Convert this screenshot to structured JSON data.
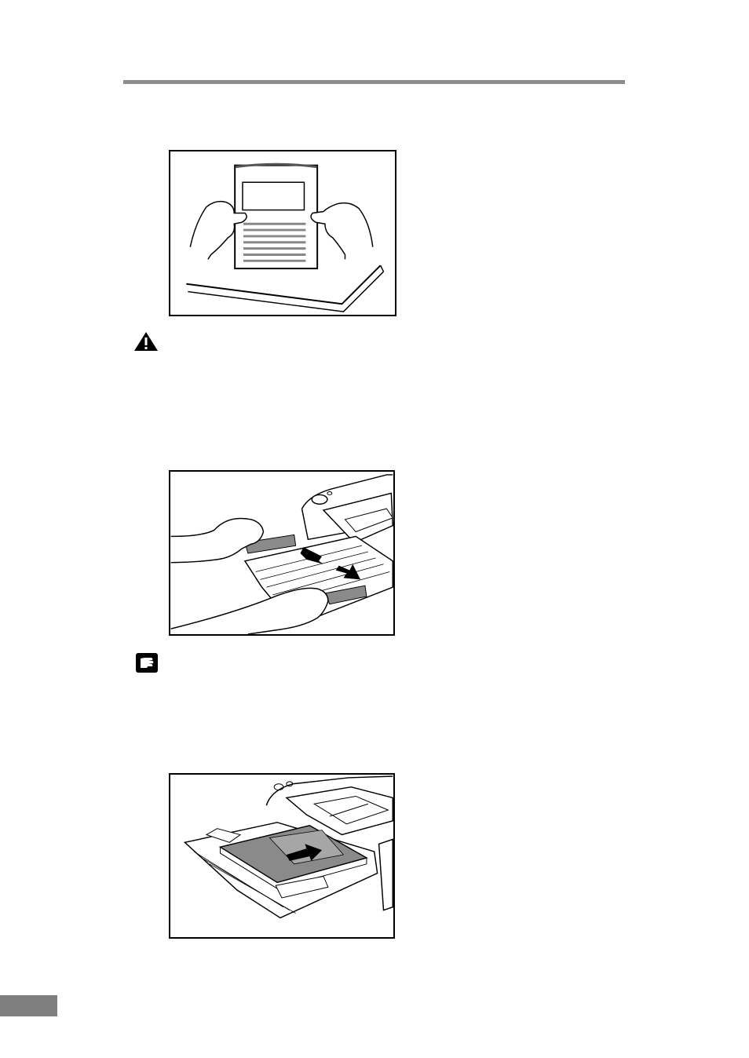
{
  "header": {
    "rule_color": "#8c8c8c"
  },
  "figures": [
    {
      "id": "fanning-document-stack",
      "description_icon": "hands-holding-documents"
    },
    {
      "id": "adjusting-document-guides",
      "description_icon": "hands-sliding-guides"
    },
    {
      "id": "loading-documents-into-feeder",
      "description_icon": "feed-arrow"
    }
  ],
  "icons": {
    "caution": "warning-triangle-icon",
    "note": "hand-pointer-icon"
  },
  "footer": {
    "page_tab_color": "#7f7f7f"
  }
}
